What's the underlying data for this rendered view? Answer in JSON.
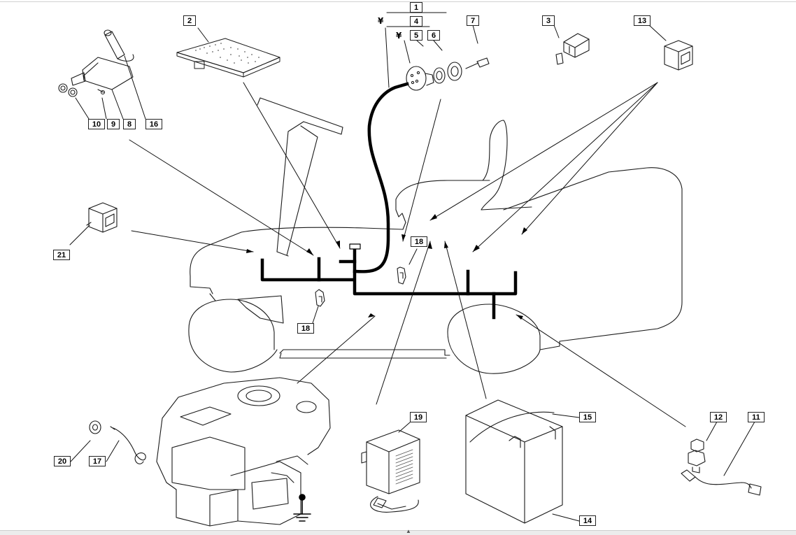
{
  "callouts": {
    "c1": "1",
    "c2": "2",
    "c3": "3",
    "c4": "4",
    "c5": "5",
    "c6": "6",
    "c7": "7",
    "c8": "8",
    "c9": "9",
    "c10": "10",
    "c11": "11",
    "c12": "12",
    "c13": "13",
    "c14": "14",
    "c15": "15",
    "c16": "16",
    "c17": "17",
    "c18a": "18",
    "c18b": "18",
    "c19": "19",
    "c20": "20",
    "c21": "21"
  },
  "symbols": {
    "s1": "¥",
    "s2": "¥"
  },
  "colors": {
    "line": "#000000",
    "outline": "#1a1a1a",
    "background": "#ffffff"
  }
}
